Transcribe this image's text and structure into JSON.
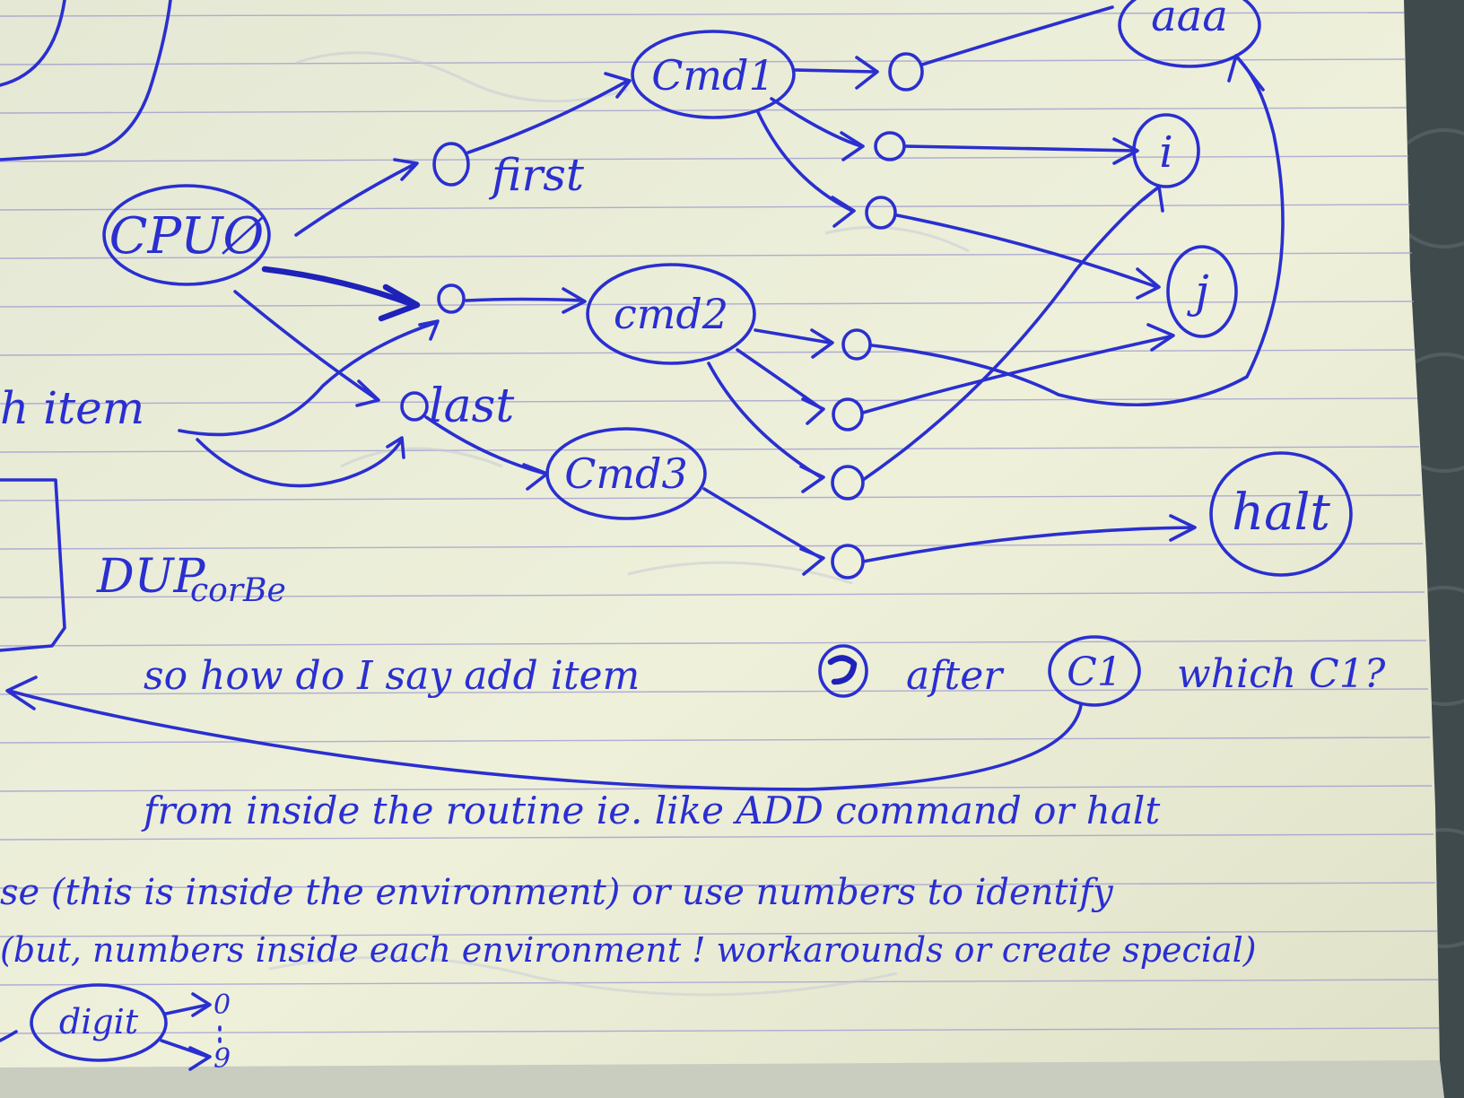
{
  "colors": {
    "ink": "#2a2fd0",
    "paper": "#eef0da",
    "background": "#3e4a4c"
  },
  "nodes": {
    "cpu0": "CPUØ",
    "cmd1": "Cmd1",
    "cmd2": "cmd2",
    "cmd3": "Cmd3",
    "aaa": "aaa",
    "i": "i",
    "j": "j",
    "halt": "halt",
    "c1": "C1",
    "digit": "digit"
  },
  "labels": {
    "first": "first",
    "last": "last",
    "item": "h item",
    "dup": "DUP",
    "corbe": "corBe",
    "zero": "0",
    "nine": "9"
  },
  "notes": {
    "line1_a": "so how do I say add item",
    "line1_b": "after",
    "line1_c": "which C1?",
    "line2": "from inside the routine ie. like ADD command or halt",
    "line3": "se (this is inside the environment) or use numbers to identify",
    "line4": "(but, numbers inside each environment ! workarounds or create special)"
  }
}
